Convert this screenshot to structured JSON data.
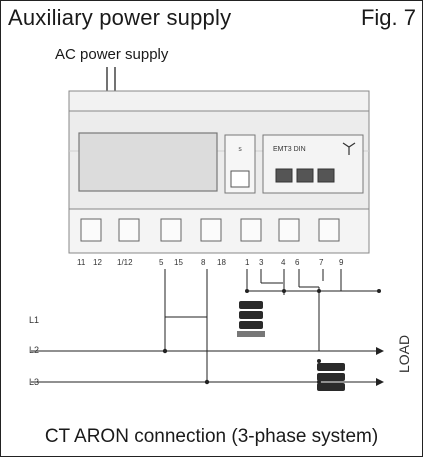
{
  "figure": {
    "title": "Auxiliary power supply",
    "fig_number": "Fig. 7",
    "subtitle": "AC power supply",
    "caption": "CT ARON connection (3-phase system)"
  },
  "meter": {
    "model_text": "EMT3 DIN",
    "button_text": "S"
  },
  "terminals": [
    "11",
    "12",
    "1/12",
    "5",
    "15",
    "8",
    "18",
    "1",
    "3",
    "4",
    "6",
    "7",
    "9"
  ],
  "lines": [
    "L1",
    "L2",
    "L3"
  ],
  "load_label": "LOAD",
  "colors": {
    "line": "#222222",
    "housing": "#ececec",
    "display": "#dcdcdc",
    "ct": "#2a2a2a"
  }
}
